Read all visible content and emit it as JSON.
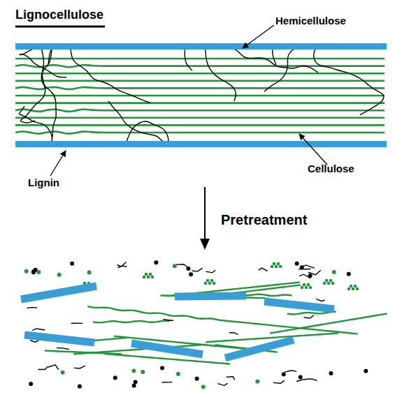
{
  "diagram": {
    "title": "Lignocellulose",
    "labels": [
      "Hemicellulose",
      "Lignin",
      "Cellulose",
      "Pretreatment"
    ]
  }
}
